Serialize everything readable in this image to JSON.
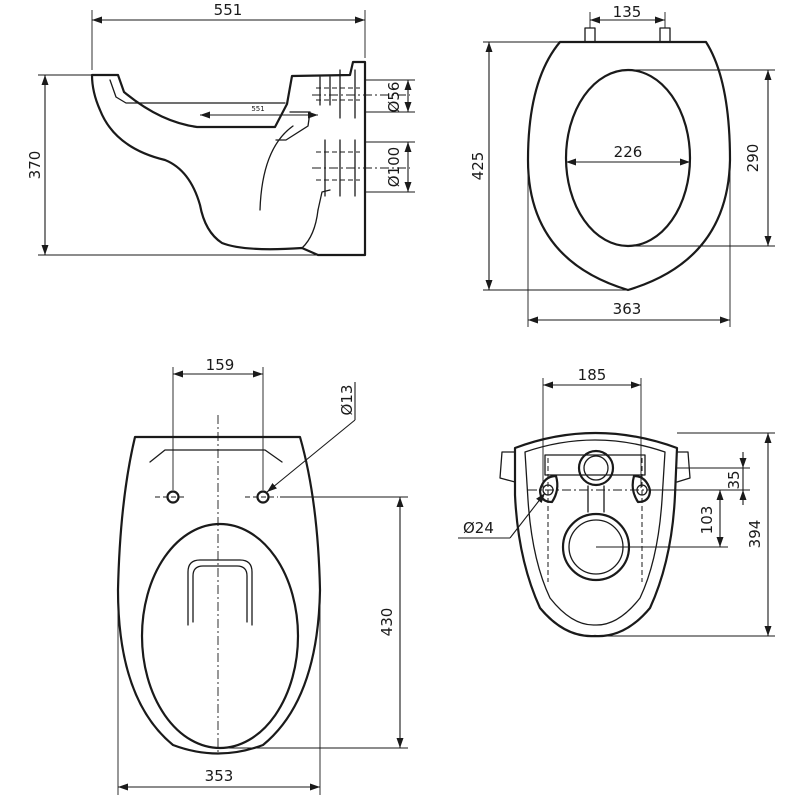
{
  "side_view": {
    "overall_length": "551",
    "inner_length": "551",
    "height": "370",
    "water_inlet_diameter": "Ø56",
    "outlet_diameter": "Ø100"
  },
  "seat_view": {
    "hinge_spacing": "135",
    "seat_length": "425",
    "opening_length": "290",
    "opening_width": "226",
    "seat_width": "363"
  },
  "top_view": {
    "bolt_spacing": "159",
    "bolt_hole_diameter": "Ø13",
    "bowl_length": "430",
    "bowl_width": "353"
  },
  "back_view": {
    "mount_spacing": "185",
    "mount_offset": "35",
    "outlet_offset": "103",
    "mount_hole_diameter": "Ø24",
    "back_height": "394"
  }
}
